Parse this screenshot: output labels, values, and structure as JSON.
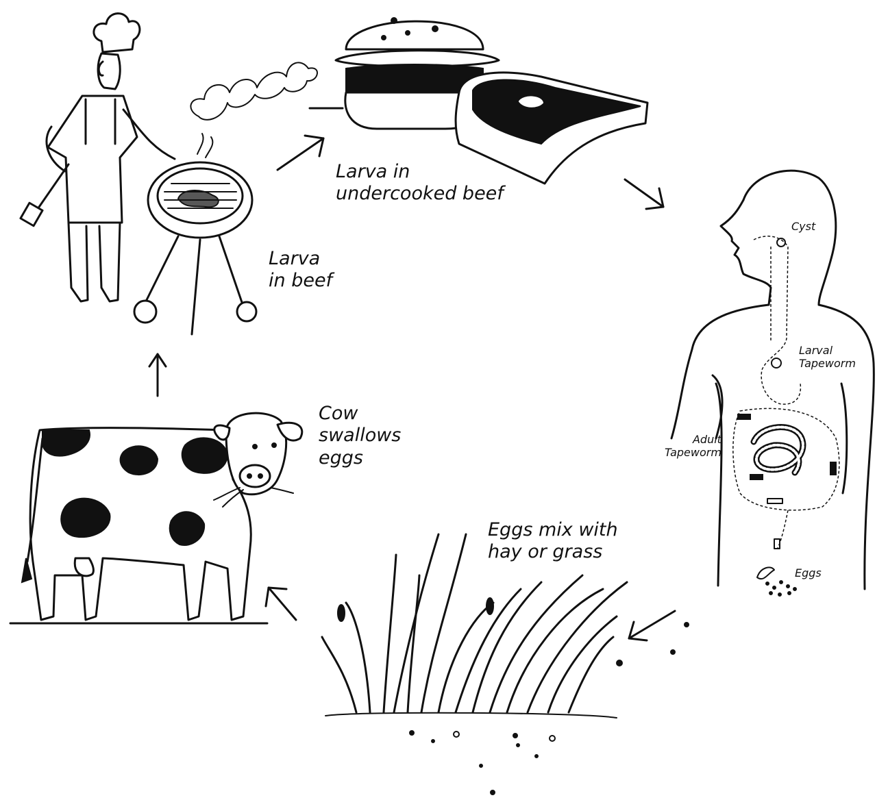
{
  "diagram": {
    "stages": {
      "larva_in_beef": [
        "Larva",
        "in beef"
      ],
      "larva_in_undercooked_beef": [
        "Larva in",
        "undercooked beef"
      ],
      "cow_swallows_eggs": [
        "Cow",
        "swallows",
        "eggs"
      ],
      "eggs_mix_with_grass": [
        "Eggs mix with",
        "hay or grass"
      ]
    },
    "body_labels": {
      "cyst": "Cyst",
      "larval_tapeworm": [
        "Larval",
        "Tapeworm"
      ],
      "adult_tapeworm": [
        "Adult",
        "Tapeworm"
      ],
      "eggs": "Eggs"
    },
    "icons": [
      "chef-grill-icon",
      "burger-steak-icon",
      "human-body-icon",
      "grass-icon",
      "cow-icon"
    ],
    "colors": {
      "ink": "#111111",
      "background": "#ffffff"
    }
  }
}
